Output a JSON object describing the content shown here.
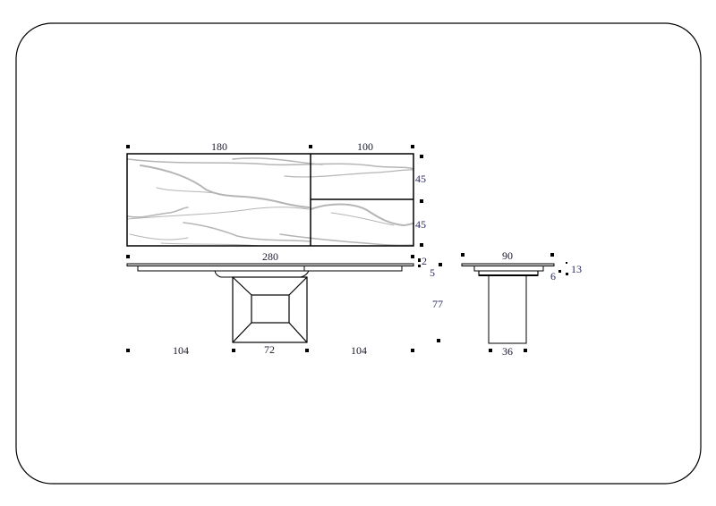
{
  "drawing": {
    "top_view": {
      "width_left": "180",
      "width_right": "100",
      "height_upper": "45",
      "height_lower": "45",
      "total_length": "280"
    },
    "front_view": {
      "top_thickness": "2",
      "apron_thickness": "5",
      "height": "77",
      "overhang_left": "104",
      "base_width": "72",
      "overhang_right": "104"
    },
    "side_view": {
      "depth": "90",
      "small_dim_a": "6",
      "small_dim_b": "13",
      "base_depth": "36"
    }
  },
  "colors": {
    "frame": "#000000",
    "vein": "#b5b5b5",
    "label": "#1a1a2e"
  }
}
